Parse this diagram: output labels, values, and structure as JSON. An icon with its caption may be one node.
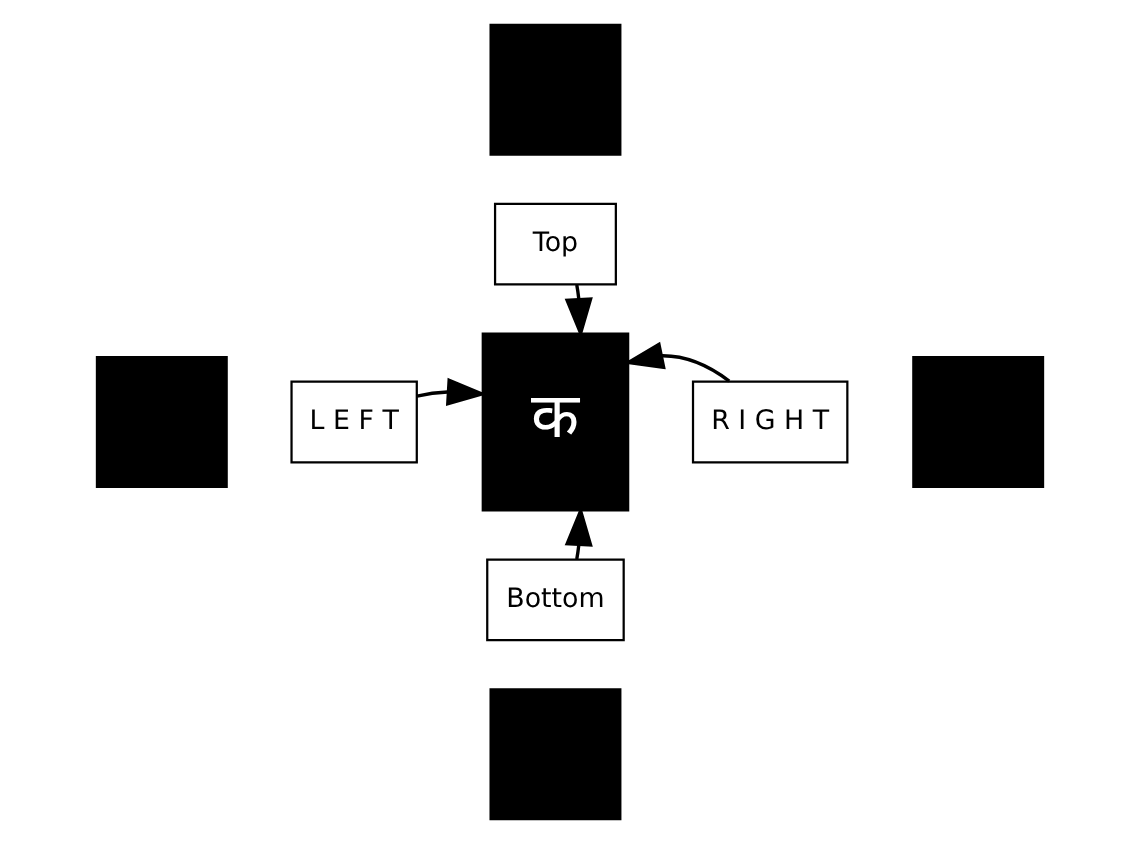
{
  "diagram": {
    "nodes": [
      {
        "text": [],
        "shape": "box"
      },
      {
        "text": [
          "Top"
        ]
      },
      {
        "text": [],
        "shape": "box"
      },
      {
        "text": [
          "L E F T"
        ]
      },
      {
        "text": [
          "क"
        ]
      },
      {
        "text": [
          "R I G H T"
        ]
      },
      {
        "text": [],
        "shape": "box"
      },
      {
        "text": [
          "Bottom"
        ]
      },
      {
        "text": [],
        "shape": "box"
      }
    ],
    "edges": [
      {
        "from": 1,
        "to": 4,
        "arrow": "to"
      },
      {
        "from": 3,
        "to": 4,
        "arrow": "to"
      },
      {
        "from": 5,
        "to": 4,
        "arrow": "to"
      },
      {
        "from": 7,
        "to": 4,
        "arrow": "to"
      }
    ]
  }
}
